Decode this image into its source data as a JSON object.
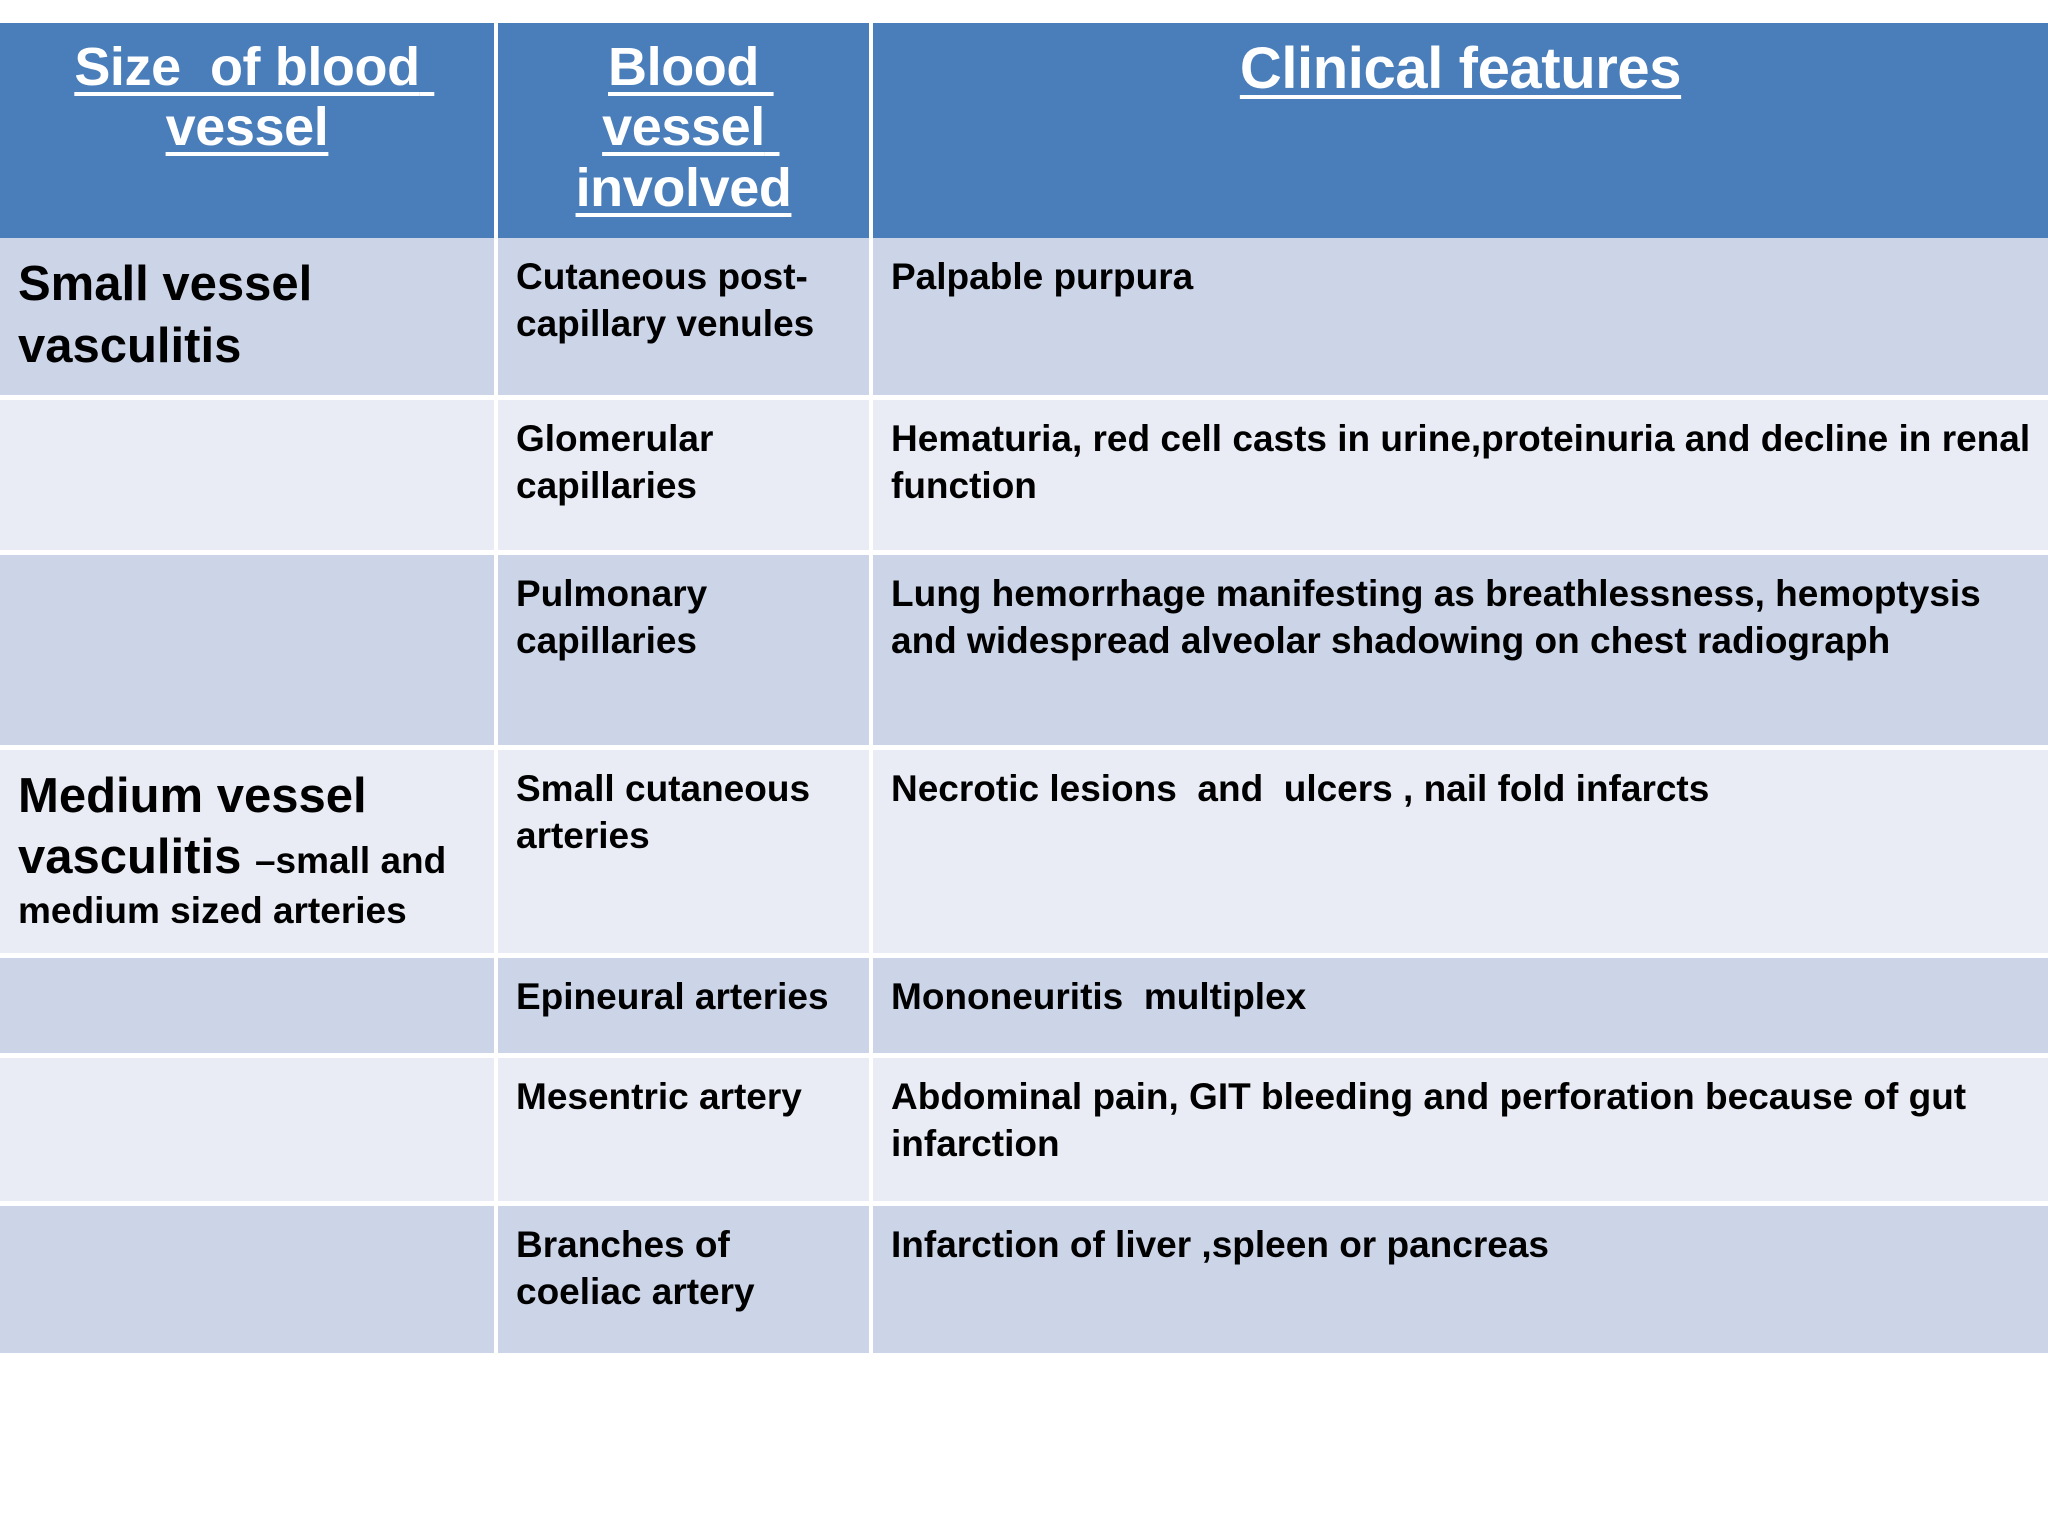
{
  "table": {
    "headers": [
      {
        "id": "size-of-blood-vessel",
        "label": "Size  of blood vessel"
      },
      {
        "id": "blood-vessel-involved",
        "label": "Blood vessel involved"
      },
      {
        "id": "clinical-features",
        "label": "Clinical features"
      }
    ],
    "colors": {
      "header_background": "#4a7ebb",
      "header_text": "#ffffff",
      "row_shade_dark": "#ccd4e7",
      "row_shade_light": "#e9ecf4",
      "body_text": "#000000",
      "grid_line": "#ffffff"
    },
    "rows": [
      {
        "size_big": "Small vessel vasculitis",
        "size_small": "",
        "vessel": "Cutaneous post-capillary venules",
        "clinical": "Palpable purpura"
      },
      {
        "size_big": "",
        "size_small": "",
        "vessel": "Glomerular capillaries",
        "clinical": "Hematuria, red cell casts in urine,proteinuria and decline in renal function"
      },
      {
        "size_big": "",
        "size_small": "",
        "vessel": "Pulmonary capillaries",
        "clinical": "Lung hemorrhage manifesting as breathlessness, hemoptysis and widespread alveolar shadowing on chest radiograph"
      },
      {
        "size_big": "Medium vessel vasculitis ",
        "size_small": "–small and medium sized arteries",
        "vessel": "Small cutaneous arteries",
        "clinical": "Necrotic lesions  and  ulcers , nail fold infarcts"
      },
      {
        "size_big": "",
        "size_small": "",
        "vessel": "Epineural arteries",
        "clinical": "Mononeuritis  multiplex"
      },
      {
        "size_big": "",
        "size_small": "",
        "vessel": "Mesentric artery",
        "clinical": "Abdominal pain, GIT bleeding and perforation because of gut infarction"
      },
      {
        "size_big": "",
        "size_small": "",
        "vessel": "Branches of coeliac artery",
        "clinical": "Infarction of liver ,spleen or pancreas"
      }
    ]
  }
}
